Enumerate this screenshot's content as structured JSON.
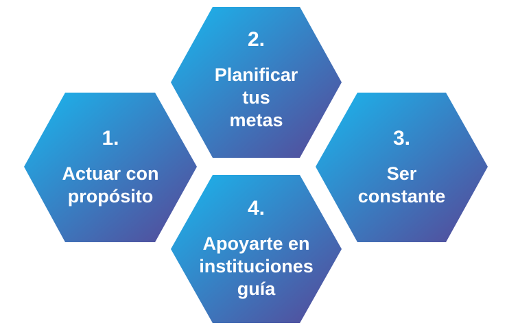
{
  "colors": {
    "gradient_start": "#19b8ef",
    "gradient_end": "#574696",
    "text": "#ffffff",
    "background": "#ffffff"
  },
  "hexagons": [
    {
      "number": "1.",
      "lines": [
        "Actuar con",
        "propósito"
      ]
    },
    {
      "number": "2.",
      "lines": [
        "Planificar",
        "tus",
        "metas"
      ]
    },
    {
      "number": "3.",
      "lines": [
        "Ser",
        "constante"
      ]
    },
    {
      "number": "4.",
      "lines": [
        "Apoyarte en",
        "instituciones",
        "guía"
      ]
    }
  ]
}
